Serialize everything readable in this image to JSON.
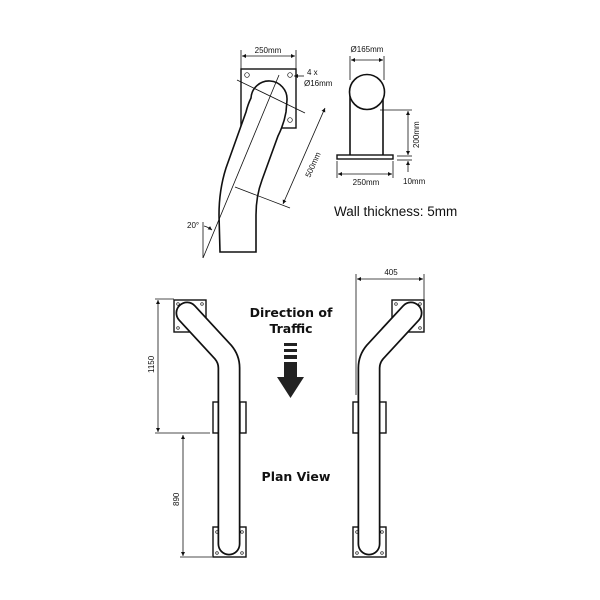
{
  "side_view": {
    "plate_width": "250mm",
    "holes": "4 x",
    "hole_diameter": "Ø16mm",
    "length": "500mm",
    "angle": "20°"
  },
  "end_view": {
    "diameter": "Ø165mm",
    "height": "200mm",
    "base_width": "250mm",
    "base_thickness": "10mm"
  },
  "wall_thickness": "Wall thickness: 5mm",
  "plan_view": {
    "title": "Plan View",
    "direction_line1": "Direction of",
    "direction_line2": "Traffic",
    "dim_angled_section": "1150",
    "dim_straight_section": "890",
    "dim_offset": "405",
    "arrow_color": "#222222"
  }
}
